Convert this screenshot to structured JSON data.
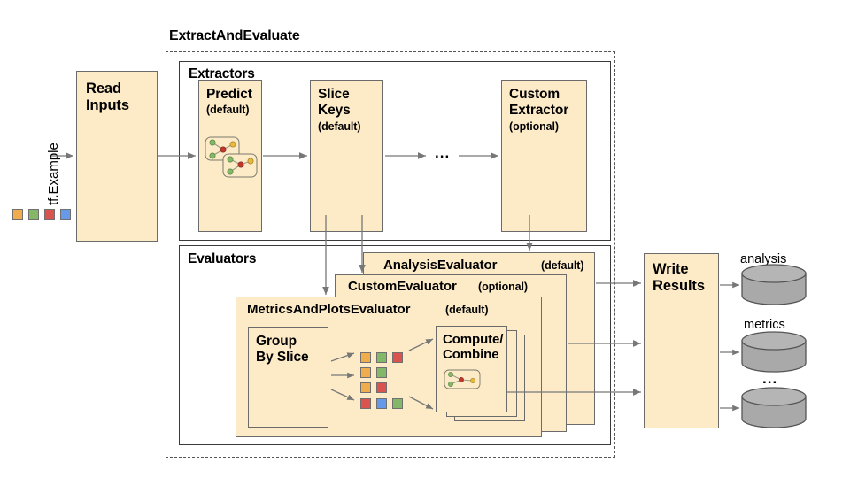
{
  "diagram": {
    "title_group": "ExtractAndEvaluate",
    "input_label": "tf.Example",
    "ellipsis": "...",
    "colors": {
      "box_fill": "#fdebc8",
      "box_stroke": "#6b6b6b",
      "container_stroke": "#3a3a3a",
      "dashed_stroke": "#555555",
      "arrow": "#777777",
      "cylinder_fill": "#a9a9a9",
      "cylinder_stroke": "#555555",
      "swatch_orange": "#f0ad4e",
      "swatch_green": "#84b868",
      "swatch_red": "#d9534f",
      "swatch_blue": "#6699e8"
    },
    "input_swatches": [
      "#f0ad4e",
      "#84b868",
      "#d9534f",
      "#6699e8"
    ],
    "read_inputs": {
      "title": "Read\nInputs"
    },
    "extractors": {
      "label": "Extractors",
      "items": [
        {
          "title": "Predict",
          "note": "(default)",
          "has_graph_icon": true
        },
        {
          "title": "Slice\nKeys",
          "note": "(default)",
          "has_graph_icon": false
        },
        {
          "title": "Custom\nExtractor",
          "note": "(optional)",
          "has_graph_icon": false
        }
      ],
      "ellipsis": "..."
    },
    "evaluators": {
      "label": "Evaluators",
      "cards": [
        {
          "title": "AnalysisEvaluator",
          "note": "(default)"
        },
        {
          "title": "CustomEvaluator",
          "note": "(optional)"
        },
        {
          "title": "MetricsAndPlotsEvaluator",
          "note": "(default)"
        }
      ],
      "group_by_slice": {
        "title": "Group\nBy Slice"
      },
      "compute_combine": {
        "title": "Compute/\nCombine"
      },
      "slice_rows": [
        [
          "#f0ad4e",
          "#84b868",
          "#d9534f"
        ],
        [
          "#f0ad4e",
          "#84b868"
        ],
        [
          "#f0ad4e",
          "#d9534f"
        ],
        [
          "#d9534f",
          "#6699e8",
          "#84b868"
        ]
      ]
    },
    "write_results": {
      "title": "Write\nResults"
    },
    "outputs": [
      {
        "label": "analysis"
      },
      {
        "label": "metrics"
      },
      {
        "label": "..."
      }
    ]
  }
}
